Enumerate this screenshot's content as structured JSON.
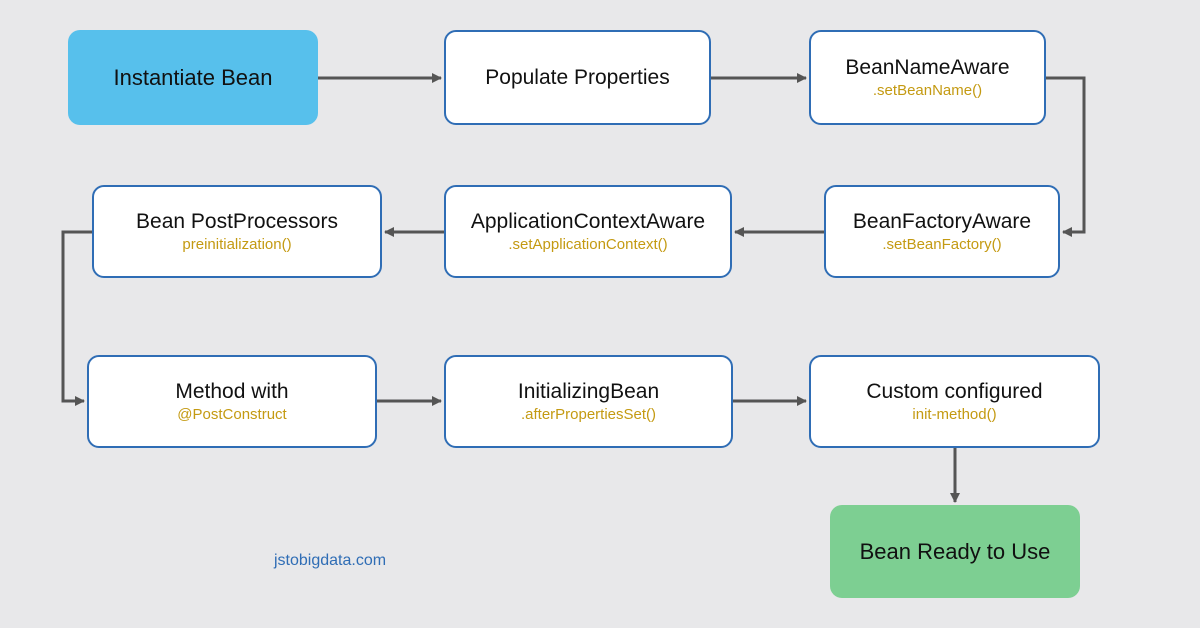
{
  "nodes": {
    "instantiate": {
      "title": "Instantiate Bean"
    },
    "populate": {
      "title": "Populate Properties"
    },
    "bean_name_aware": {
      "title": "BeanNameAware",
      "method": ".setBeanName()"
    },
    "bean_factory_aware": {
      "title": "BeanFactoryAware",
      "method": ".setBeanFactory()"
    },
    "app_context_aware": {
      "title": "ApplicationContextAware",
      "method": ".setApplicationContext()"
    },
    "post_processors": {
      "title": "Bean PostProcessors",
      "method": "preinitialization()"
    },
    "post_construct": {
      "title": "Method with",
      "method": "@PostConstruct"
    },
    "initializing_bean": {
      "title": "InitializingBean",
      "method": ".afterPropertiesSet()"
    },
    "custom_init": {
      "title": "Custom configured",
      "method": "init-method()"
    },
    "ready": {
      "title": "Bean Ready to Use"
    }
  },
  "watermark": "jstobigdata.com",
  "colors": {
    "background": "#e8e8ea",
    "start_fill": "#57c0ec",
    "end_fill": "#7dcf92",
    "node_border": "#2f6db5",
    "method_text": "#c49a12",
    "arrow": "#555555"
  }
}
